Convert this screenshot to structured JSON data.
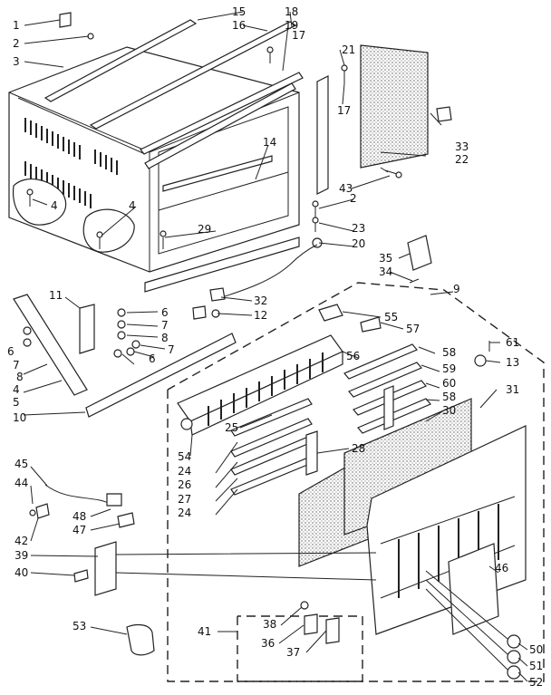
{
  "diagram": {
    "labels": [
      {
        "id": "c1",
        "text": "1"
      },
      {
        "id": "c2",
        "text": "2"
      },
      {
        "id": "c3",
        "text": "3"
      },
      {
        "id": "c15",
        "text": "15"
      },
      {
        "id": "c16",
        "text": "16"
      },
      {
        "id": "c17a",
        "text": "17"
      },
      {
        "id": "c18",
        "text": "18"
      },
      {
        "id": "c19",
        "text": "19"
      },
      {
        "id": "c21",
        "text": "21"
      },
      {
        "id": "c17b",
        "text": "17"
      },
      {
        "id": "c33",
        "text": "33"
      },
      {
        "id": "c22",
        "text": "22"
      },
      {
        "id": "c4a",
        "text": "4"
      },
      {
        "id": "c4b",
        "text": "4"
      },
      {
        "id": "c14",
        "text": "14"
      },
      {
        "id": "c29",
        "text": "29"
      },
      {
        "id": "c43",
        "text": "43"
      },
      {
        "id": "c2b",
        "text": "2"
      },
      {
        "id": "c23",
        "text": "23"
      },
      {
        "id": "c20",
        "text": "20"
      },
      {
        "id": "c35",
        "text": "35"
      },
      {
        "id": "c34",
        "text": "34"
      },
      {
        "id": "c9",
        "text": "9"
      },
      {
        "id": "c11",
        "text": "11"
      },
      {
        "id": "c32",
        "text": "32"
      },
      {
        "id": "c12",
        "text": "12"
      },
      {
        "id": "c6a",
        "text": "6"
      },
      {
        "id": "c7a",
        "text": "7"
      },
      {
        "id": "c8a",
        "text": "8"
      },
      {
        "id": "c6b",
        "text": "6"
      },
      {
        "id": "c7b",
        "text": "7"
      },
      {
        "id": "c6c",
        "text": "6"
      },
      {
        "id": "c7c",
        "text": "7"
      },
      {
        "id": "c8b",
        "text": "8"
      },
      {
        "id": "c4c",
        "text": "4"
      },
      {
        "id": "c5",
        "text": "5"
      },
      {
        "id": "c10",
        "text": "10"
      },
      {
        "id": "c55",
        "text": "55"
      },
      {
        "id": "c57",
        "text": "57"
      },
      {
        "id": "c56",
        "text": "56"
      },
      {
        "id": "c58a",
        "text": "58"
      },
      {
        "id": "c61",
        "text": "61"
      },
      {
        "id": "c59",
        "text": "59"
      },
      {
        "id": "c13",
        "text": "13"
      },
      {
        "id": "c60",
        "text": "60"
      },
      {
        "id": "c58b",
        "text": "58"
      },
      {
        "id": "c31",
        "text": "31"
      },
      {
        "id": "c30",
        "text": "30"
      },
      {
        "id": "c25",
        "text": "25"
      },
      {
        "id": "c28",
        "text": "28"
      },
      {
        "id": "c54",
        "text": "54"
      },
      {
        "id": "c24a",
        "text": "24"
      },
      {
        "id": "c26",
        "text": "26"
      },
      {
        "id": "c27",
        "text": "27"
      },
      {
        "id": "c24b",
        "text": "24"
      },
      {
        "id": "c45",
        "text": "45"
      },
      {
        "id": "c44",
        "text": "44"
      },
      {
        "id": "c48",
        "text": "48"
      },
      {
        "id": "c47",
        "text": "47"
      },
      {
        "id": "c42",
        "text": "42"
      },
      {
        "id": "c39",
        "text": "39"
      },
      {
        "id": "c40",
        "text": "40"
      },
      {
        "id": "c46",
        "text": "46"
      },
      {
        "id": "c53",
        "text": "53"
      },
      {
        "id": "c38",
        "text": "38"
      },
      {
        "id": "c41",
        "text": "41"
      },
      {
        "id": "c36",
        "text": "36"
      },
      {
        "id": "c37",
        "text": "37"
      },
      {
        "id": "c50",
        "text": "50"
      },
      {
        "id": "c51",
        "text": "51"
      },
      {
        "id": "c52",
        "text": "52"
      }
    ]
  }
}
